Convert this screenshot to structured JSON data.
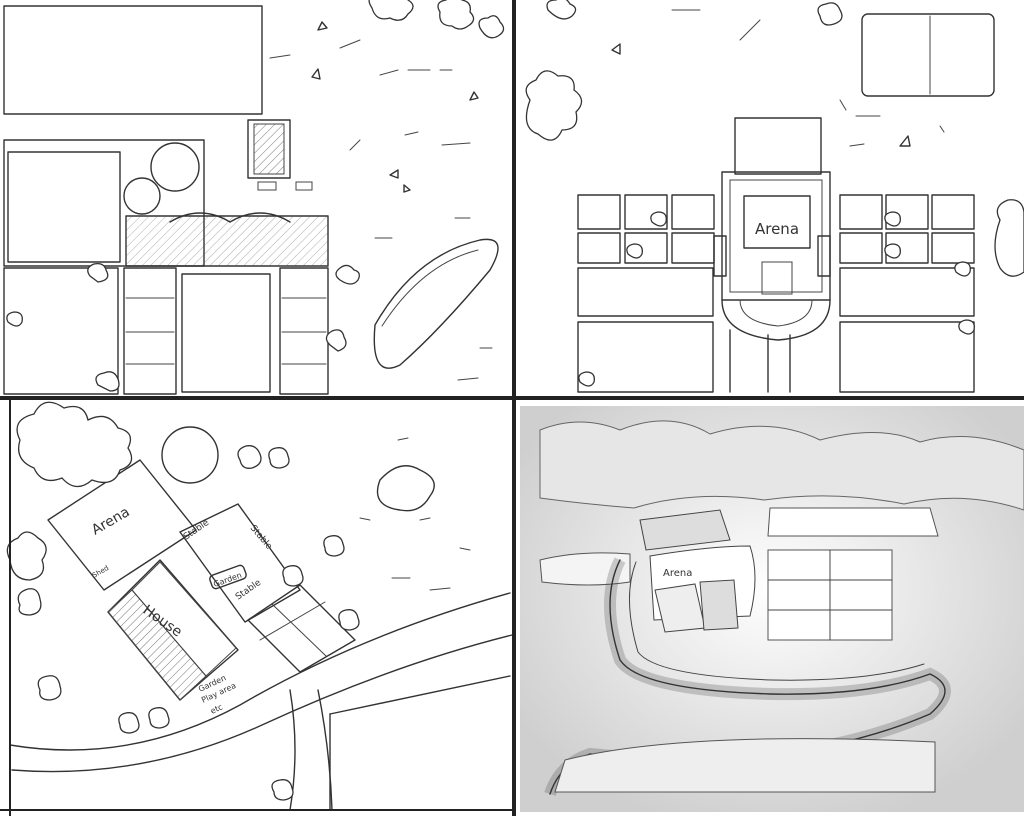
{
  "panels": {
    "top_left": {
      "labels": []
    },
    "top_right": {
      "arena_label": "Arena"
    },
    "bottom_left": {
      "arena_label": "Arena",
      "house_label": "House",
      "stable_label_1": "Stable",
      "stable_label_2": "Stable",
      "stable_label_3": "Stable",
      "garden_label": "Garden",
      "garden_play_label": "Garden",
      "play_area_label": "Play area",
      "etc_label": "etc",
      "shed_label": "Shed"
    },
    "bottom_right": {
      "arena_label": "Arena"
    }
  },
  "colors": {
    "ink": "#333333",
    "paper": "#ffffff",
    "shade": "#d9d9d9",
    "frame": "#222222"
  }
}
